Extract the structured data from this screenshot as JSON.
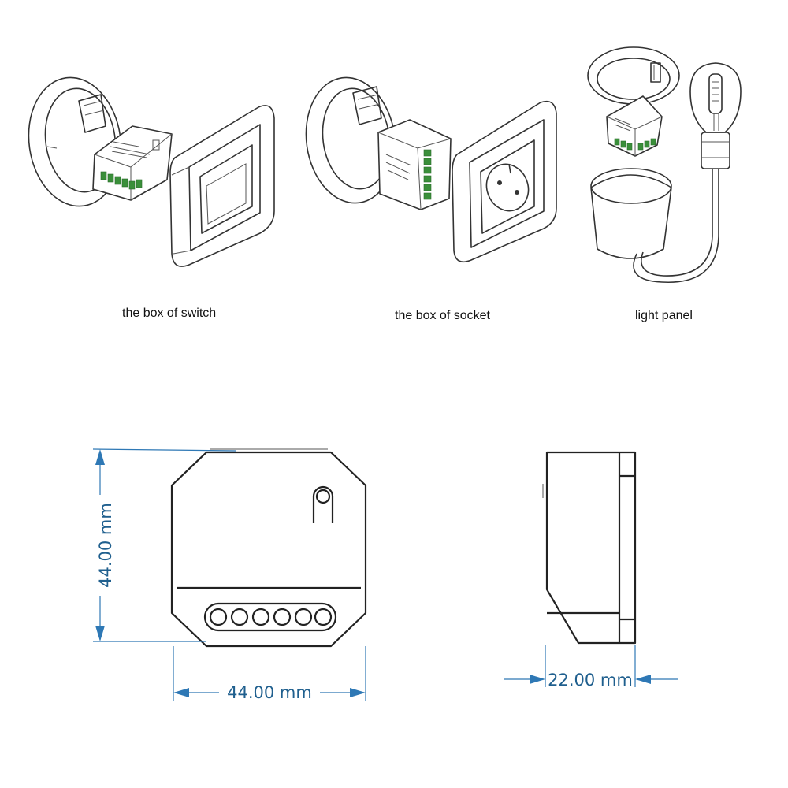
{
  "captions": {
    "switch": "the box of switch",
    "socket": "the box of socket",
    "light": "light panel"
  },
  "dimensions": {
    "height": "44.00 mm",
    "width": "44.00 mm",
    "depth": "22.00 mm"
  },
  "colors": {
    "dimension_blue": "#2e78b5",
    "terminal_green": "#3a8f3a"
  }
}
